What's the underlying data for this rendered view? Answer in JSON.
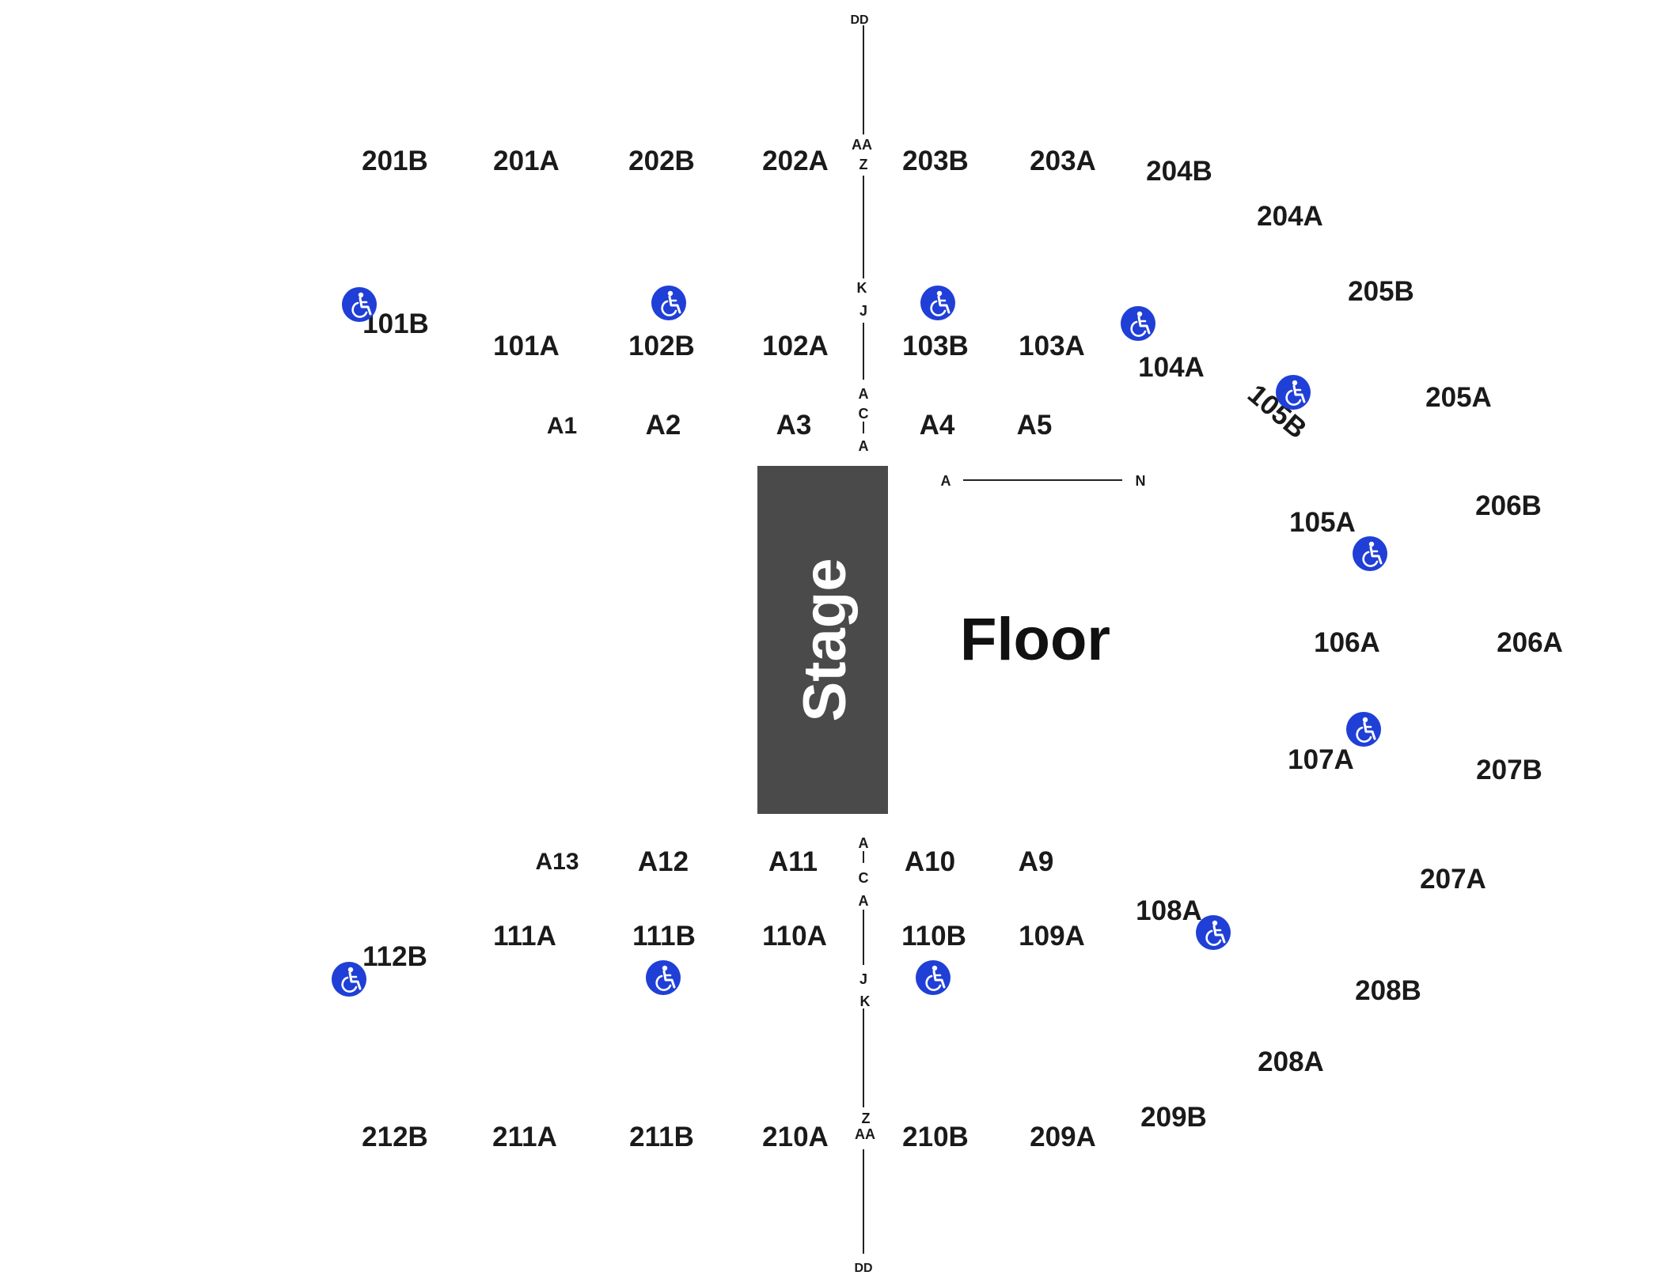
{
  "map": {
    "stage_label": "Stage",
    "floor_label": "Floor",
    "colors": {
      "stage": "#4a4a4a",
      "accessible": "#1f3fd6",
      "text": "#1a1a1a",
      "background": "#ffffff"
    },
    "icon": "wheelchair-icon",
    "sections": {
      "s201B": "201B",
      "s201A": "201A",
      "s202B": "202B",
      "s202A": "202A",
      "s203B": "203B",
      "s203A": "203A",
      "s204B": "204B",
      "s204A": "204A",
      "s205B": "205B",
      "s205A": "205A",
      "s206B": "206B",
      "s206A": "206A",
      "s207B": "207B",
      "s207A": "207A",
      "s208B": "208B",
      "s208A": "208A",
      "s209B": "209B",
      "s209A": "209A",
      "s210B": "210B",
      "s210A": "210A",
      "s211B": "211B",
      "s211A": "211A",
      "s212B": "212B",
      "s101B": "101B",
      "s101A": "101A",
      "s102B": "102B",
      "s102A": "102A",
      "s103B": "103B",
      "s103A": "103A",
      "s104A": "104A",
      "s105B": "105B",
      "s105A": "105A",
      "s106A": "106A",
      "s107A": "107A",
      "s108A": "108A",
      "s109A": "109A",
      "s110B": "110B",
      "s110A": "110A",
      "s111B": "111B",
      "s111A": "111A",
      "s112B": "112B",
      "sA1": "A1",
      "sA2": "A2",
      "sA3": "A3",
      "sA4": "A4",
      "sA5": "A5",
      "sA9": "A9",
      "sA10": "A10",
      "sA11": "A11",
      "sA12": "A12",
      "sA13": "A13"
    },
    "rows": {
      "top_dd": "DD",
      "top_aa": "AA",
      "top_z": "Z",
      "top_k": "K",
      "top_j": "J",
      "top_a1": "A",
      "top_c": "C",
      "top_a2": "A",
      "bot_a1": "A",
      "bot_c": "C",
      "bot_a2": "A",
      "bot_j": "J",
      "bot_k": "K",
      "bot_z": "Z",
      "bot_aa": "AA",
      "bot_dd": "DD",
      "floor_a": "A",
      "floor_n": "N"
    }
  }
}
